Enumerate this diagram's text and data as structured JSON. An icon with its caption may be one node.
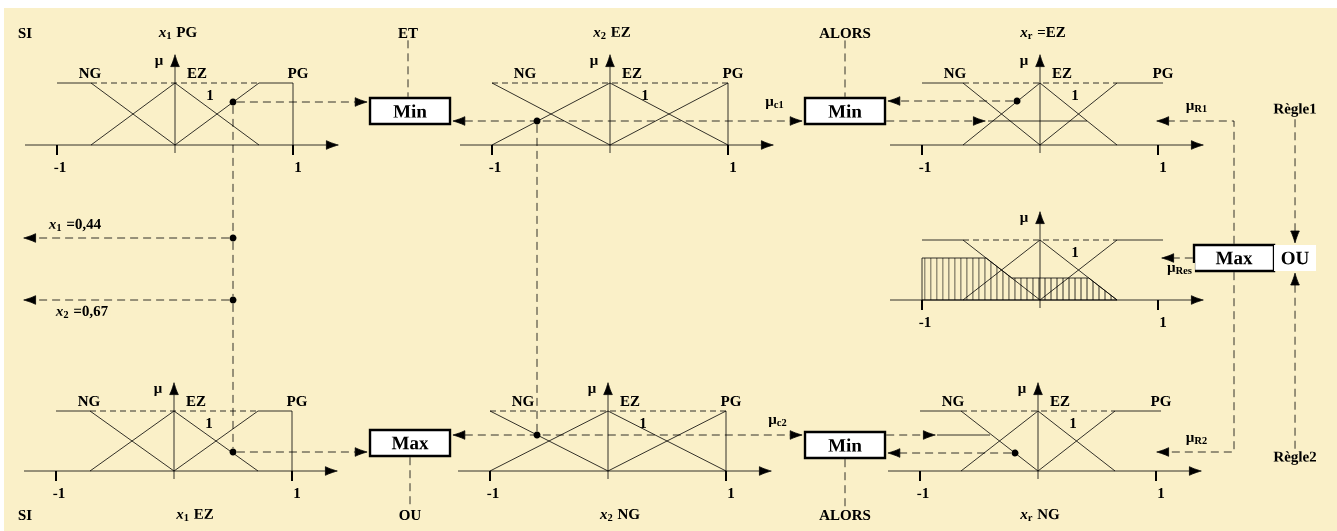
{
  "diagram": {
    "nodes": [
      {
        "text": [
          "ET"
        ]
      },
      {
        "text": [
          "Min"
        ]
      },
      {
        "text": [
          "ALORS"
        ]
      },
      {
        "text": [
          "Min"
        ]
      },
      {
        "text": [
          "Règle1"
        ]
      },
      {
        "text": [
          "Max"
        ]
      },
      {
        "text": [
          "OU"
        ]
      },
      {
        "text": [
          "Règle2"
        ]
      },
      {
        "text": [
          "Max"
        ]
      },
      {
        "text": [
          "OU"
        ]
      },
      {
        "text": [
          "Min"
        ]
      },
      {
        "text": [
          "ALORS"
        ]
      },
      {
        "text": [],
        "shape": "circle"
      },
      {
        "text": [],
        "shape": "circle"
      },
      {
        "text": [],
        "shape": "circle"
      },
      {
        "text": [],
        "shape": "circle"
      },
      {
        "text": [],
        "shape": "circle"
      },
      {
        "text": [],
        "shape": "circle"
      },
      {
        "text": [],
        "shape": "circle"
      },
      {
        "text": [],
        "shape": "circle"
      }
    ],
    "edges": [
      {
        "from": 0,
        "to": 1,
        "arrow": "none",
        "style": "dashed"
      },
      {
        "from": 12,
        "to": 1,
        "arrow": "to",
        "style": "dashed"
      },
      {
        "from": 1,
        "to": 3,
        "arrow": "both",
        "style": "dashed",
        "label": "μ$_{c1}$"
      },
      {
        "from": 2,
        "to": 3,
        "arrow": "none",
        "style": "dashed"
      },
      {
        "from": 14,
        "to": 3,
        "arrow": "to",
        "style": "dashed"
      },
      {
        "from": 3,
        "to": null,
        "arrow": "to",
        "style": "dashed"
      },
      {
        "from": 5,
        "to": null,
        "arrow": "to",
        "style": "dashed",
        "label": "μ$_{R1}$"
      },
      {
        "from": 5,
        "to": null,
        "arrow": "to",
        "style": "dashed",
        "label": "μ$_{R2}$"
      },
      {
        "from": 5,
        "to": null,
        "arrow": "to",
        "style": "dashed",
        "label": "μ$_{Res}$"
      },
      {
        "from": 4,
        "to": 6,
        "arrow": "to",
        "style": "dashed"
      },
      {
        "from": 7,
        "to": 6,
        "arrow": "to",
        "style": "dashed"
      },
      {
        "from": 15,
        "to": null,
        "arrow": "to",
        "style": "dashed",
        "label": "*x*$_{1}$ =0,44"
      },
      {
        "from": 16,
        "to": null,
        "arrow": "to",
        "style": "dashed",
        "label": "*x*$_{2}$ =0,67"
      },
      {
        "from": 12,
        "to": 15,
        "arrow": "none",
        "style": "dashed"
      },
      {
        "from": 15,
        "to": 16,
        "arrow": "none",
        "style": "dashed"
      },
      {
        "from": 16,
        "to": 17,
        "arrow": "none",
        "style": "dashed"
      },
      {
        "from": 17,
        "to": 8,
        "arrow": "to",
        "style": "dashed"
      },
      {
        "from": 8,
        "to": 9,
        "arrow": "none",
        "style": "dashed"
      },
      {
        "from": 8,
        "to": 10,
        "arrow": "both",
        "style": "dashed",
        "label": "μ$_{c2}$"
      },
      {
        "from": 13,
        "to": 18,
        "arrow": "none",
        "style": "dashed"
      },
      {
        "from": 10,
        "to": null,
        "arrow": "to",
        "style": "dashed"
      },
      {
        "from": 19,
        "to": 10,
        "arrow": "to",
        "style": "dashed"
      },
      {
        "from": 10,
        "to": 11,
        "arrow": "none",
        "style": "dashed"
      }
    ],
    "labels": [
      "SI",
      "*x*$_{1}$ PG",
      "*x*$_{2}$ EZ",
      "*x*$_{r}$ =EZ",
      "μ",
      "NG",
      "EZ",
      "PG",
      "1",
      "-1",
      "1",
      "μ",
      "NG",
      "EZ",
      "PG",
      "1",
      "-1",
      "1",
      "μ",
      "NG",
      "EZ",
      "PG",
      "1",
      "-1",
      "1",
      "μ",
      "1",
      "-1",
      "1",
      "μ",
      "NG",
      "EZ",
      "PG",
      "1",
      "-1",
      "1",
      "μ",
      "NG",
      "EZ",
      "PG",
      "1",
      "-1",
      "1",
      "μ",
      "NG",
      "EZ",
      "PG",
      "1",
      "-1",
      "1",
      "SI",
      "*x*$_{1}$ EZ",
      "*x*$_{2}$ NG",
      "*x*$_{r}$ NG"
    ]
  }
}
